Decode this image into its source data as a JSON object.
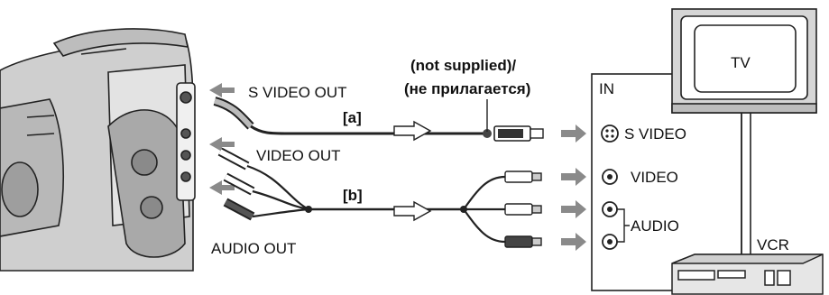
{
  "labels": {
    "not_supplied": "(not supplied)/",
    "not_supplied_ru": "(не прилагается)",
    "s_video_out": "S VIDEO OUT",
    "video_out": "VIDEO OUT",
    "audio_out": "AUDIO OUT",
    "cable_a": "[a]",
    "cable_b": "[b]",
    "in": "IN",
    "s_video": "S VIDEO",
    "video": "VIDEO",
    "audio": "AUDIO",
    "tv": "TV",
    "vcr": "VCR"
  },
  "icons": [
    "camcorder-icon",
    "tv-icon",
    "vcr-icon",
    "s-video-plug-icon",
    "rca-plug-icon",
    "arrow-icon"
  ]
}
